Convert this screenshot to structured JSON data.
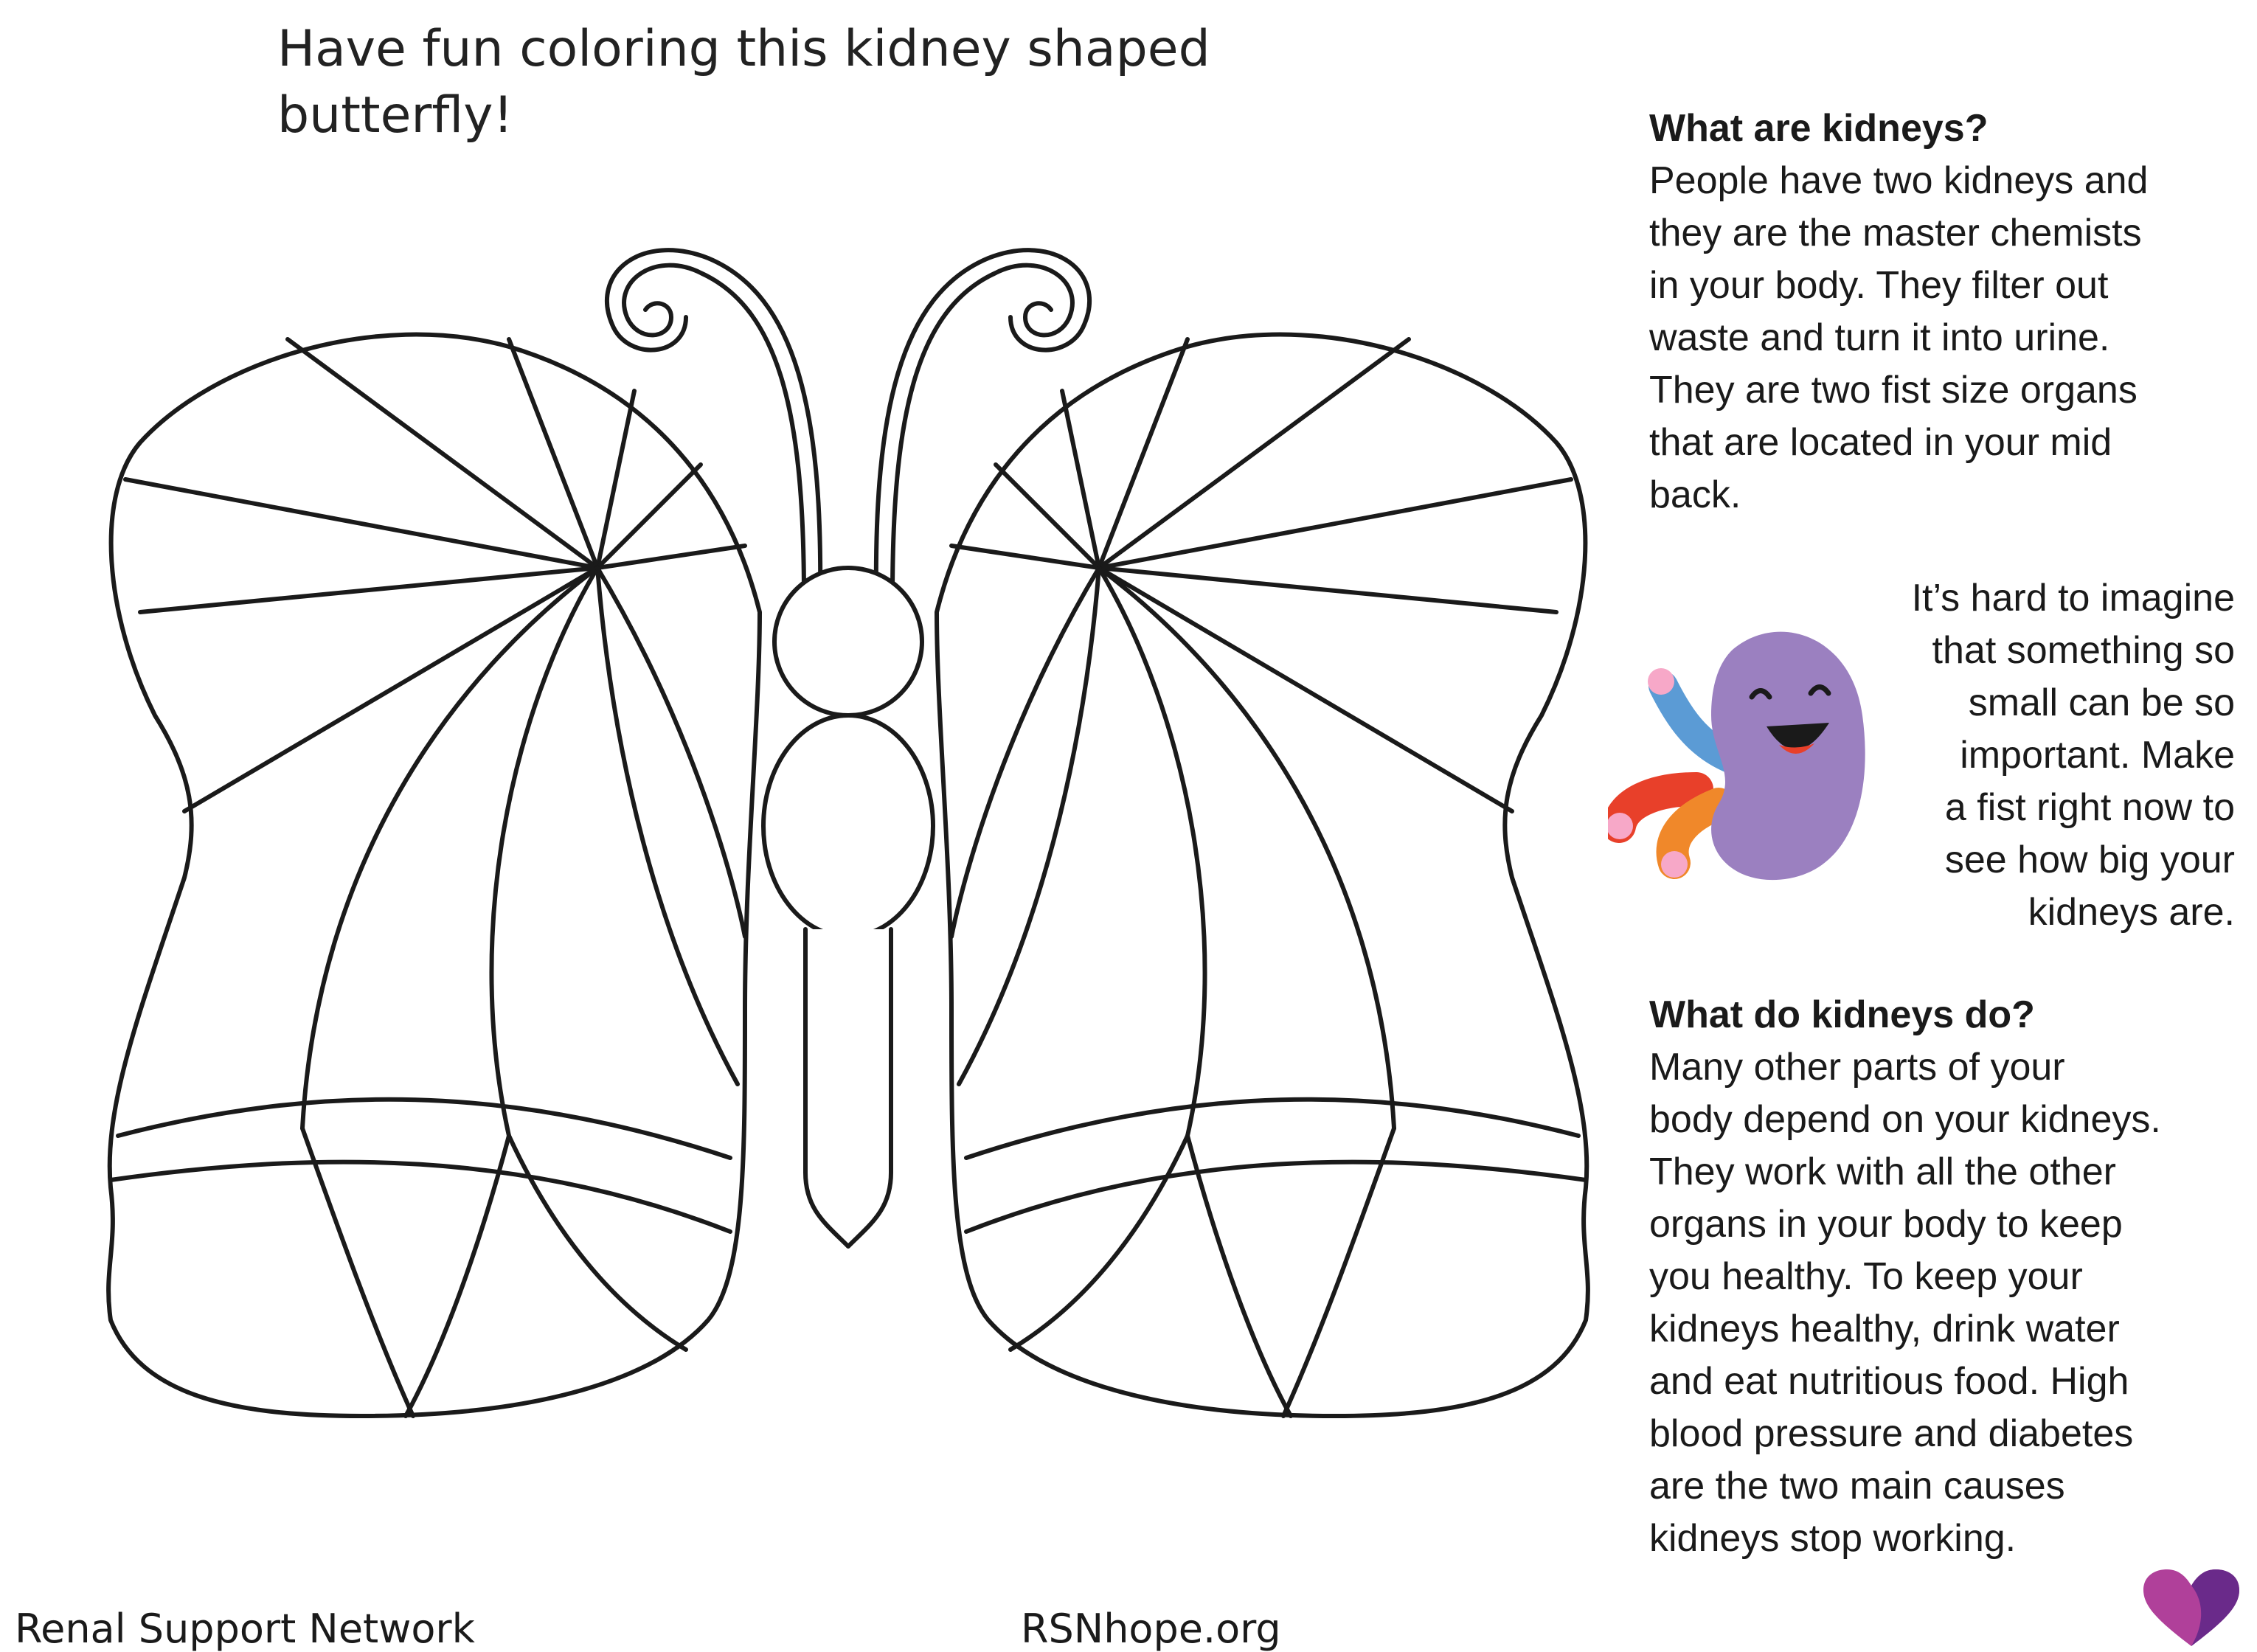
{
  "header": {
    "title": "Have fun coloring this kidney shaped butterfly!"
  },
  "section1": {
    "heading": "What are kidneys?",
    "body": "People have two kidneys and\nthey are the master chemists\nin your body. They filter out\nwaste and turn it into urine.\nThey are two fist size organs\nthat are located in your mid\nback."
  },
  "aside": {
    "text": "It’s hard to imagine\nthat something so\nsmall can be so\nimportant. Make\na fist right now to\nsee how big your\nkidneys are."
  },
  "section2": {
    "heading": "What do kidneys do?",
    "body": "Many other parts of your\nbody depend on your kidneys.\nThey work with all the other\norgans in your body to keep\nyou healthy. To keep your\nkidneys healthy, drink water\nand eat nutritious food. High\nblood pressure and diabetes\nare the two main causes\nkidneys stop working."
  },
  "footer": {
    "organization": "Renal Support Network",
    "website": "RSNhope.org"
  },
  "colors": {
    "kidney": "#9b80c0",
    "vein_blue": "#5b9bd5",
    "vein_red": "#e8402a",
    "vein_orange": "#f0882a",
    "tip_pink": "#f7a8c8",
    "heart_light": "#b0409a",
    "heart_dark": "#6a2a8a"
  }
}
